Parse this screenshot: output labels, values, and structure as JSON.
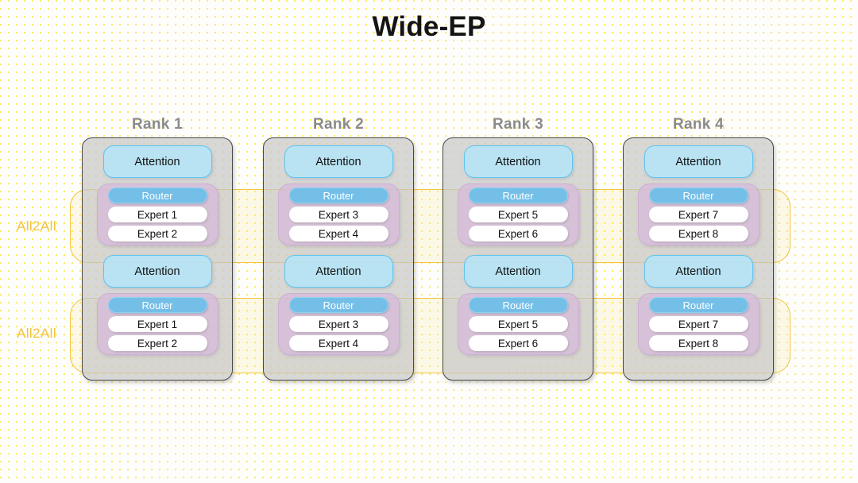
{
  "title": "Wide-EP",
  "colors": {
    "accent_yellow": "#f0c43c",
    "attention_blue": "#b2e6fa",
    "attention_border": "#5fc4ef",
    "router_blue": "#74bfe8",
    "moe_purple": "#d6badb",
    "rank_gray": "#c8c8c8",
    "rank_border": "#474747",
    "rank_title_gray": "#8a8a8a",
    "background": "#fdfdfb",
    "dot_grid": "#ffe96b"
  },
  "all2all_bands": [
    {
      "label": "All2All"
    },
    {
      "label": "All2All"
    }
  ],
  "ranks": [
    {
      "title": "Rank 1",
      "layers": [
        {
          "attention_label": "Attention",
          "router_label": "Router",
          "experts": [
            "Expert 1",
            "Expert 2"
          ]
        },
        {
          "attention_label": "Attention",
          "router_label": "Router",
          "experts": [
            "Expert 1",
            "Expert 2"
          ]
        }
      ]
    },
    {
      "title": "Rank 2",
      "layers": [
        {
          "attention_label": "Attention",
          "router_label": "Router",
          "experts": [
            "Expert 3",
            "Expert 4"
          ]
        },
        {
          "attention_label": "Attention",
          "router_label": "Router",
          "experts": [
            "Expert 3",
            "Expert 4"
          ]
        }
      ]
    },
    {
      "title": "Rank 3",
      "layers": [
        {
          "attention_label": "Attention",
          "router_label": "Router",
          "experts": [
            "Expert 5",
            "Expert 6"
          ]
        },
        {
          "attention_label": "Attention",
          "router_label": "Router",
          "experts": [
            "Expert 5",
            "Expert 6"
          ]
        }
      ]
    },
    {
      "title": "Rank 4",
      "layers": [
        {
          "attention_label": "Attention",
          "router_label": "Router",
          "experts": [
            "Expert 7",
            "Expert 8"
          ]
        },
        {
          "attention_label": "Attention",
          "router_label": "Router",
          "experts": [
            "Expert 7",
            "Expert 8"
          ]
        }
      ]
    }
  ]
}
